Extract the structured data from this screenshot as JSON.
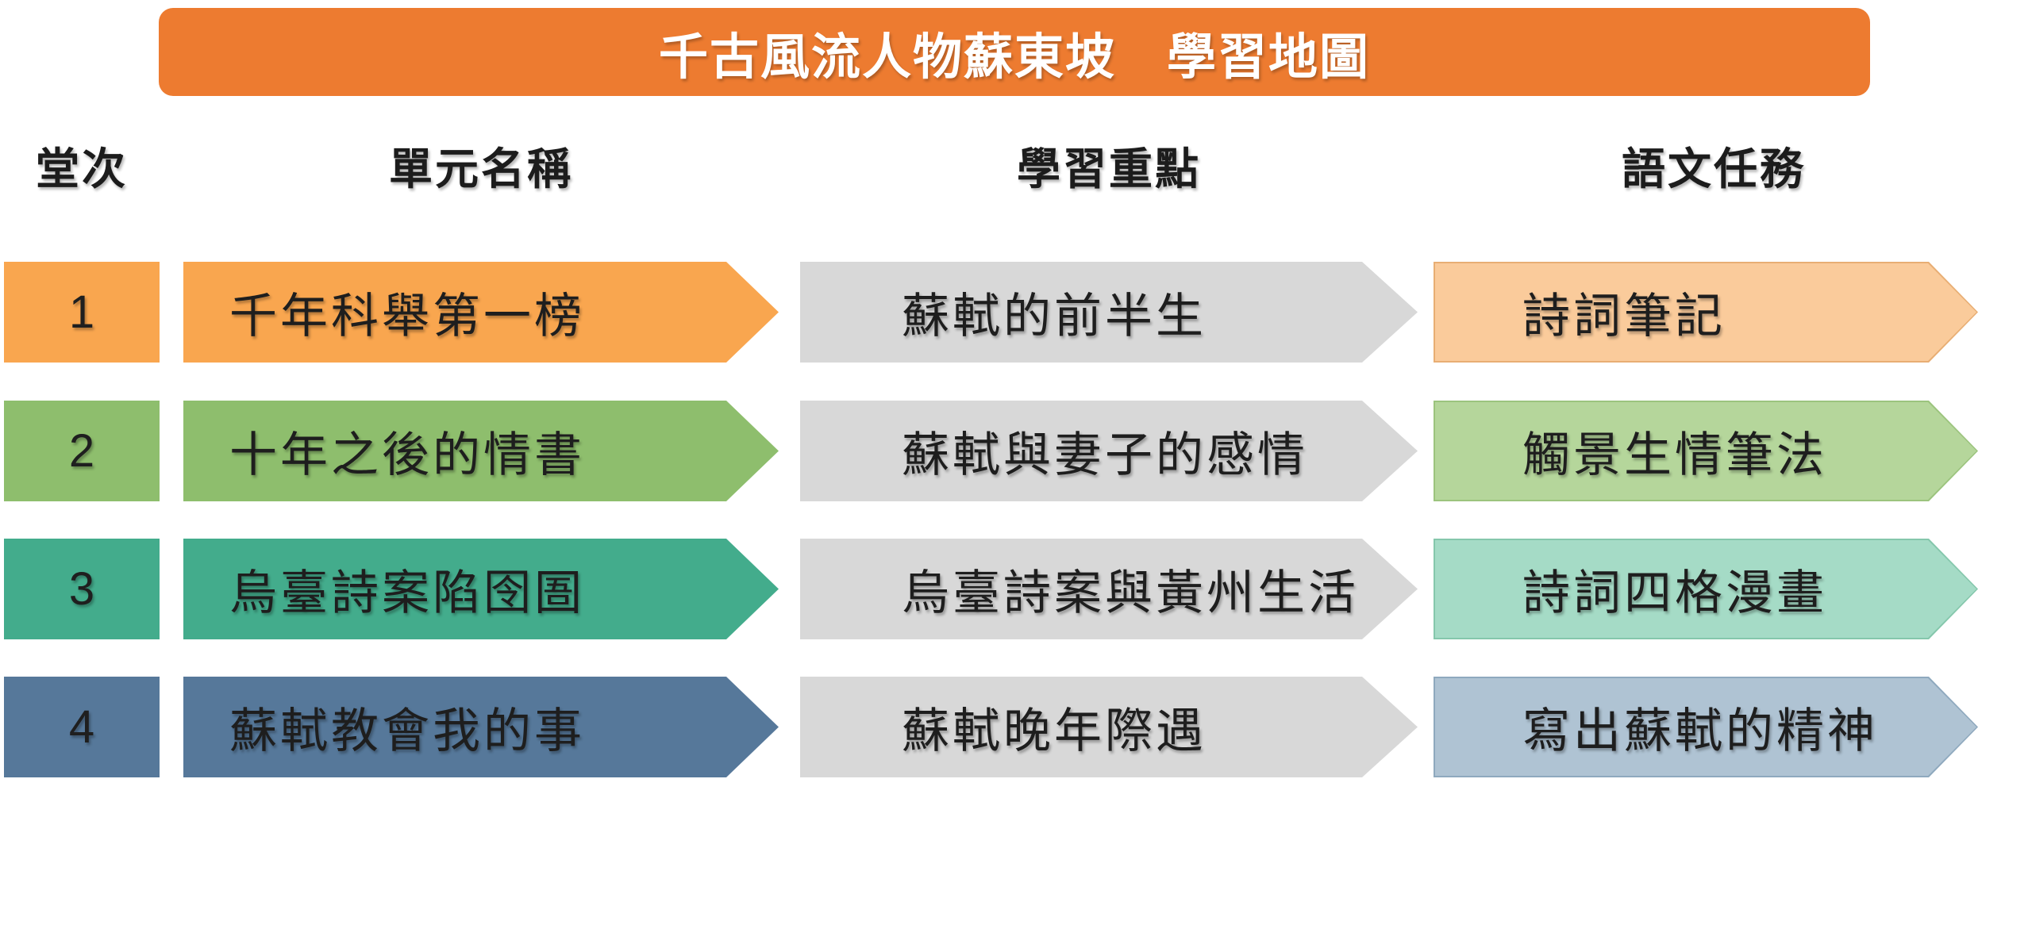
{
  "title": {
    "text": "千古風流人物蘇東坡　學習地圖",
    "bg_color": "#ED7B30",
    "text_color": "#FFFFFF"
  },
  "columns": [
    {
      "label": "堂次"
    },
    {
      "label": "單元名稱"
    },
    {
      "label": "學習重點"
    },
    {
      "label": "語文任務"
    }
  ],
  "colors": {
    "focus_arrow": "#D8D8D8",
    "body_text": "#1E1E1E"
  },
  "rows": [
    {
      "number": "1",
      "color": "#F9A64F",
      "unit": "千年科舉第一榜",
      "focus": "蘇軾的前半生",
      "task": "詩詞筆記",
      "task_color": "#FACB9B",
      "task_border": "#E8AE74"
    },
    {
      "number": "2",
      "color": "#8EBE6D",
      "unit": "十年之後的情書",
      "focus": "蘇軾與妻子的感情",
      "task": "觸景生情筆法",
      "task_color": "#B5D69B",
      "task_border": "#9CC47E"
    },
    {
      "number": "3",
      "color": "#43AC8C",
      "unit": "烏臺詩案陷囹圄",
      "focus": "烏臺詩案與黃州生活",
      "task": "詩詞四格漫畫",
      "task_color": "#A5DBC6",
      "task_border": "#85C7AC"
    },
    {
      "number": "4",
      "color": "#56789A",
      "unit": "蘇軾教會我的事",
      "focus": "蘇軾晚年際遇",
      "task": "寫出蘇軾的精神",
      "task_color": "#AFC3D3",
      "task_border": "#8FA9BE"
    }
  ]
}
